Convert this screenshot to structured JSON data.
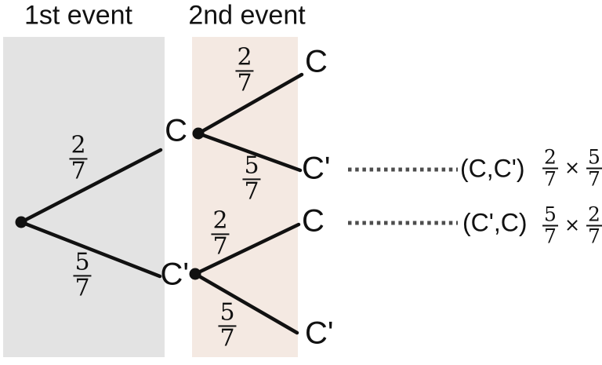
{
  "diagram": {
    "title_first": "1st event",
    "title_second": "2nd event",
    "colors": {
      "band_first": "#e3e3e3",
      "band_second": "#f4e9e2",
      "line": "#111111",
      "node_dot": "#111111",
      "dotted_line": "#4d4d4d"
    },
    "tree": {
      "root_branches": {
        "upper": {
          "num": "2",
          "den": "7",
          "label": "C"
        },
        "lower": {
          "num": "5",
          "den": "7",
          "label": "C'"
        }
      },
      "c_branches": {
        "upper": {
          "num": "2",
          "den": "7",
          "label": "C"
        },
        "lower": {
          "num": "5",
          "den": "7",
          "label": "C'"
        }
      },
      "cprime_branches": {
        "upper": {
          "num": "2",
          "den": "7",
          "label": "C"
        },
        "lower": {
          "num": "5",
          "den": "7",
          "label": "C'"
        }
      }
    },
    "outcomes": [
      {
        "label": "(C,C')",
        "f1n": "2",
        "f1d": "7",
        "op": "×",
        "f2n": "5",
        "f2d": "7"
      },
      {
        "label": "(C',C)",
        "f1n": "5",
        "f1d": "7",
        "op": "×",
        "f2n": "2",
        "f2d": "7"
      }
    ]
  }
}
